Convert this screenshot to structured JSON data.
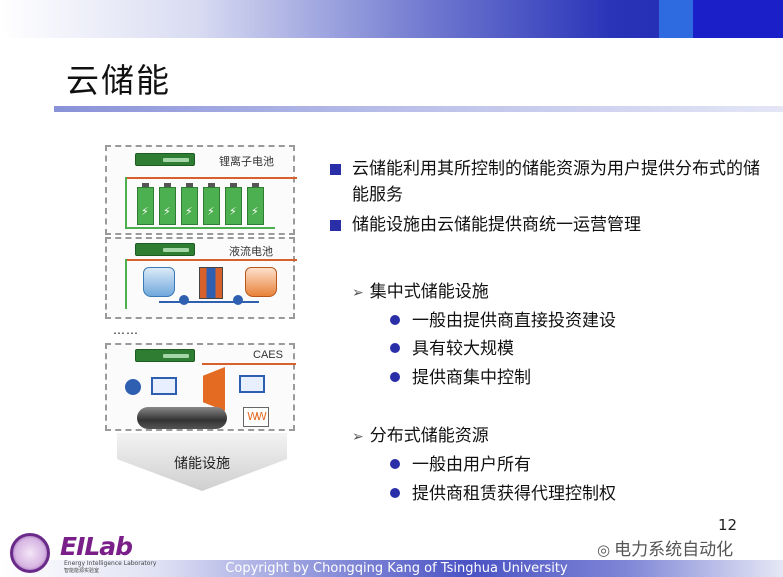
{
  "slide": {
    "title": "云储能",
    "page_number": "12"
  },
  "illustration": {
    "panel1_label": "锂离子电池",
    "panel2_label": "液流电池",
    "ellipsis": "……",
    "panel3_label": "CAES",
    "funnel_label": "储能设施"
  },
  "bullets": [
    {
      "text": "云储能利用其所控制的储能资源为用户提供分布式的储能服务"
    },
    {
      "text": "储能设施由云储能提供商统一运营管理"
    }
  ],
  "sections": [
    {
      "heading": "集中式储能设施",
      "items": [
        "一般由提供商直接投资建设",
        "具有较大规模",
        "提供商集中控制"
      ]
    },
    {
      "heading": "分布式储能资源",
      "items": [
        "一般由用户所有",
        "提供商租赁获得代理控制权"
      ]
    }
  ],
  "footer": {
    "copyright": "Copyright by Chongqing Kang of Tsinghua University",
    "logo_word": "EILab",
    "logo_sub": "Energy Intelligence Laboratory",
    "logo_sub_cn": "智能能源实验室",
    "watermark": "电力系统自动化"
  },
  "colors": {
    "accent": "#2a2fa8",
    "battery_green": "#4caf50",
    "wire_orange": "#d7612b"
  }
}
